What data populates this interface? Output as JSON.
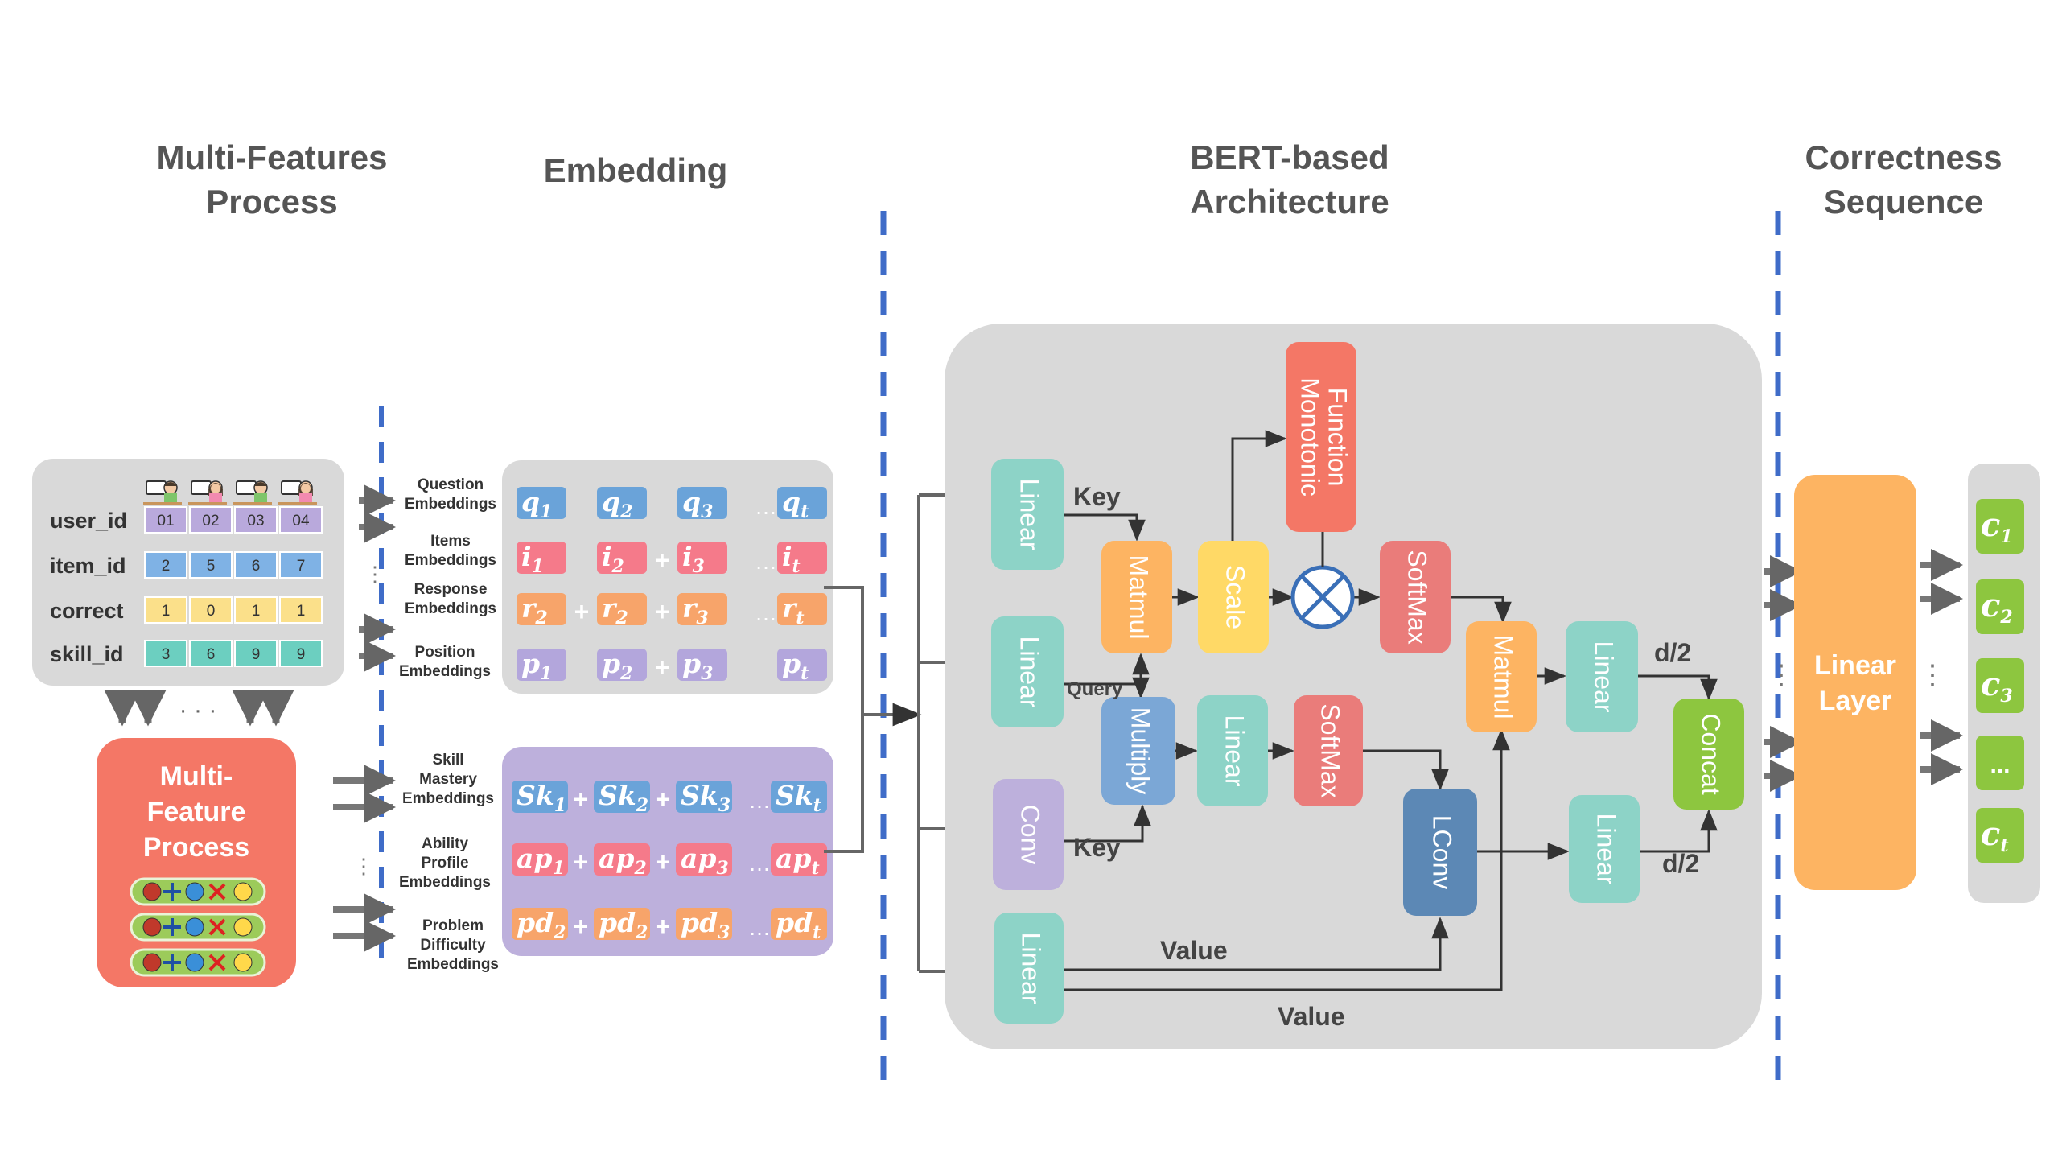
{
  "sections": {
    "multi_features": [
      "Multi-Features",
      "Process"
    ],
    "embedding": [
      "Embedding"
    ],
    "bert": [
      "BERT-based",
      "Architecture"
    ],
    "correctness": [
      "Correctness",
      "Sequence"
    ]
  },
  "feature_table": {
    "rows": [
      {
        "name": "user_id",
        "cells": [
          "01",
          "02",
          "03",
          "04"
        ],
        "color": "#b9a9dc"
      },
      {
        "name": "item_id",
        "cells": [
          "2",
          "5",
          "6",
          "7"
        ],
        "color": "#7fb2e5"
      },
      {
        "name": "correct",
        "cells": [
          "1",
          "0",
          "1",
          "1"
        ],
        "color": "#fbe08a"
      },
      {
        "name": "skill_id",
        "cells": [
          "3",
          "6",
          "9",
          "9"
        ],
        "color": "#6ccfc0"
      }
    ]
  },
  "arrow_dots": "· · ·",
  "mfp_box": {
    "lines": [
      "Multi-",
      "Feature",
      "Process"
    ]
  },
  "embedding_labels": {
    "question": [
      "Question",
      "Embeddings"
    ],
    "items": [
      "Items",
      "Embeddings"
    ],
    "response": [
      "Response",
      "Embeddings"
    ],
    "position": [
      "Position",
      "Embeddings"
    ],
    "skill": [
      "Skill",
      "Mastery",
      "Embeddings"
    ],
    "ability": [
      "Ability",
      "Profile",
      "Embeddings"
    ],
    "problem": [
      "Problem",
      "Difficulty",
      "Embeddings"
    ]
  },
  "tokens": {
    "q": {
      "base": "q",
      "subs": [
        "1",
        "2",
        "3",
        "t"
      ],
      "color": "#6aa3d9"
    },
    "i": {
      "base": "i",
      "subs": [
        "1",
        "2",
        "3",
        "t"
      ],
      "color": "#f57a8a"
    },
    "r": {
      "base": "r",
      "subs": [
        "2",
        "2",
        "3",
        "t"
      ],
      "color": "#f7a46a"
    },
    "p": {
      "base": "p",
      "subs": [
        "1",
        "2",
        "3",
        "t"
      ],
      "color": "#b3a6dc"
    },
    "sk": {
      "base": "Sk",
      "subs": [
        "1",
        "2",
        "3",
        "t"
      ],
      "color": "#6aa3d9"
    },
    "ap": {
      "base": "ap",
      "subs": [
        "1",
        "2",
        "3",
        "t"
      ],
      "color": "#f57a8a"
    },
    "pd": {
      "base": "pd",
      "subs": [
        "2",
        "2",
        "3",
        "t"
      ],
      "color": "#f7a46a"
    },
    "plus": "+",
    "ellipsis": "…"
  },
  "bert_blocks": {
    "linear": "Linear",
    "conv": "Conv",
    "matmul": "Matmul",
    "scale": "Scale",
    "monotonic": [
      "Monotonic",
      "Function"
    ],
    "softmax": "SoftMax",
    "multiply": "Multiply",
    "lconv": "LConv",
    "concat": "Concat"
  },
  "edge_labels": {
    "key": "Key",
    "query": "Query",
    "value": "Value",
    "d_half": "d/2"
  },
  "linear_layer": [
    "Linear",
    "Layer"
  ],
  "outputs": {
    "base": "c",
    "subs": [
      "1",
      "2",
      "3",
      "",
      "t"
    ],
    "ellipsis": "...",
    "color": "#8dc63f"
  },
  "colors": {
    "teal": "#8dd3c7",
    "orange": "#fdb462",
    "yellow": "#ffd966",
    "red": "#f47766",
    "salmon": "#ea7c7a",
    "blue": "#7ba7d6",
    "purple": "#bdb0dc",
    "steel": "#5c88b5",
    "green": "#8dc63f",
    "dash": "#3f6cc8"
  }
}
